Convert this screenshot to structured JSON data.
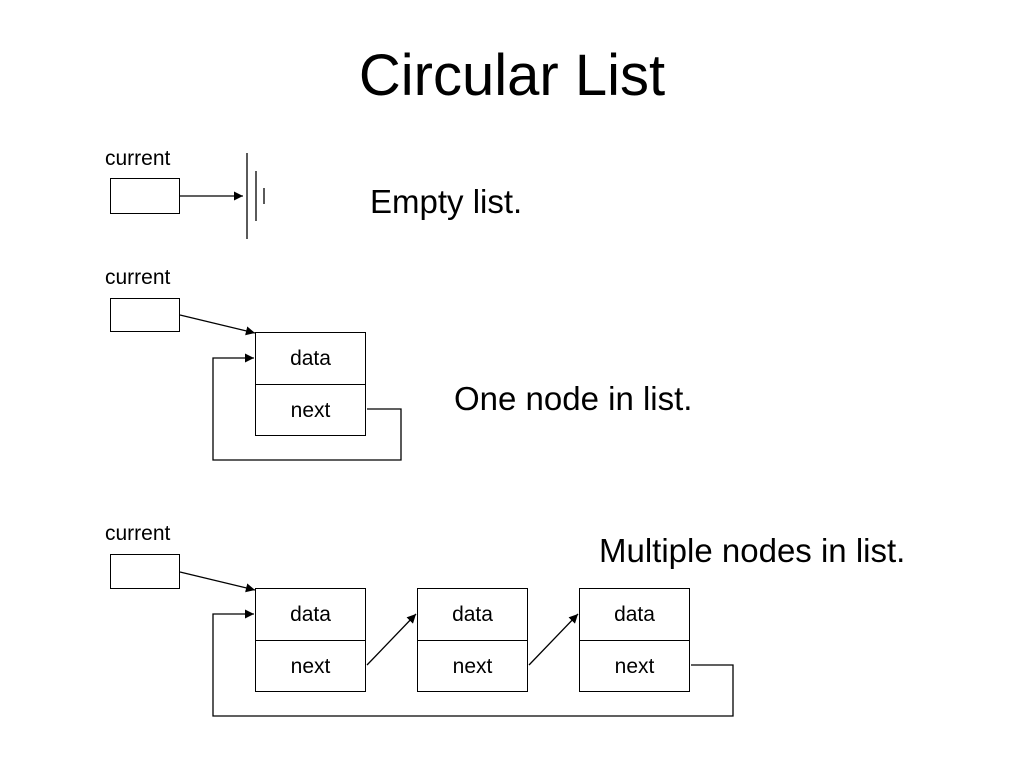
{
  "slide": {
    "title": "Circular List"
  },
  "diagrams": {
    "empty": {
      "pointer_label": "current",
      "caption": "Empty list."
    },
    "one_node": {
      "pointer_label": "current",
      "caption": "One node in list.",
      "nodes": [
        {
          "data_label": "data",
          "next_label": "next"
        }
      ]
    },
    "multiple": {
      "pointer_label": "current",
      "caption": "Multiple nodes in list.",
      "nodes": [
        {
          "data_label": "data",
          "next_label": "next"
        },
        {
          "data_label": "data",
          "next_label": "next"
        },
        {
          "data_label": "data",
          "next_label": "next"
        }
      ]
    }
  }
}
